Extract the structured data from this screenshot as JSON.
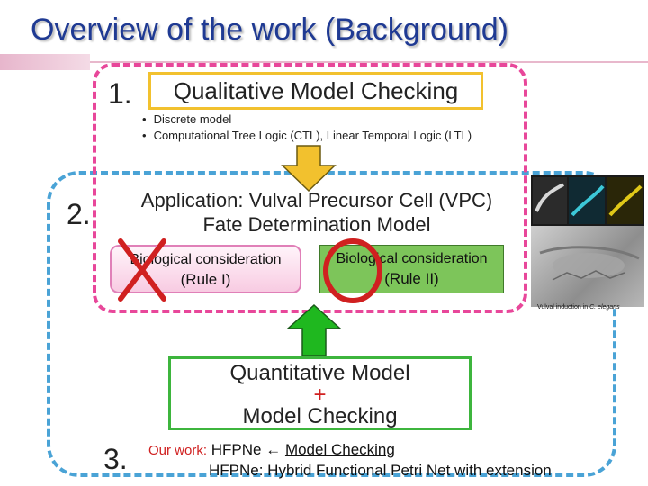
{
  "title": "Overview of the work (Background)",
  "section1": {
    "number": "1.",
    "heading": "Qualitative Model Checking",
    "bullets": [
      "Discrete model",
      "Computational Tree Logic (CTL), Linear Temporal Logic (LTL)"
    ]
  },
  "section2": {
    "number": "2.",
    "heading_line1": "Application: Vulval Precursor Cell (VPC)",
    "heading_line2": "Fate Determination Model",
    "rule1": {
      "line1": "Biological consideration",
      "line2": "(Rule I)"
    },
    "rule2": {
      "line1": "Biological consideration",
      "line2": "(Rule II)"
    },
    "image_caption_prefix": "Vulval induction in ",
    "image_caption_species": "C. elegans"
  },
  "section3": {
    "number": "3.",
    "box_line1": "Quantitative Model",
    "box_plus": "+",
    "box_line2": "Model Checking",
    "our_work_label": "Our work:",
    "our_work_text": " HFPNe ",
    "our_work_arrow": "←",
    "our_work_link": "Model Checking",
    "definition": "HFPNe: Hybrid Functional Petri Net with extension"
  },
  "colors": {
    "title": "#1f3a93",
    "pink_dash": "#e8479a",
    "blue_dash": "#4aa3d6",
    "yellow": "#f2c12e",
    "green": "#3db53d",
    "red_mark": "#d02020"
  }
}
